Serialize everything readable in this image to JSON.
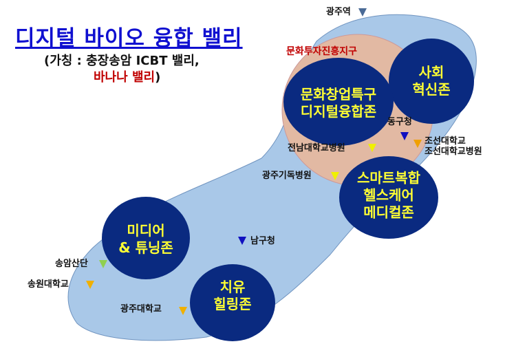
{
  "title": "디지털 바이오 융합 밸리",
  "subtitle_line1": "(가칭 : 충장송암 ICBT 밸리,",
  "subtitle_line2_red": "바나나 밸리",
  "subtitle_line2_end": ")",
  "district_label": "문화투자진흥지구",
  "zones": [
    {
      "line1": "사회",
      "line2": "혁신존"
    },
    {
      "line1": "문화창업특구",
      "line2": "디지털융합존"
    },
    {
      "line1": "스마트복합",
      "line2": "헬스케어",
      "line3": "메디컬존"
    },
    {
      "line1": "미디어",
      "line2": "& 튜닝존"
    },
    {
      "line1": "치유",
      "line2": "힐링존"
    }
  ],
  "markers": [
    {
      "label": "광주역",
      "color": "#4a6a96"
    },
    {
      "label": "동구청",
      "color": "#1010c0"
    },
    {
      "label": "조선대학교",
      "label2": "조선대학교병원",
      "color": "#f0a000"
    },
    {
      "label": "전남대학교병원",
      "color": "#f0f000"
    },
    {
      "label": "광주기독병원",
      "color": "#f0f000"
    },
    {
      "label": "남구청",
      "color": "#1010c0"
    },
    {
      "label": "송암산단",
      "color": "#90d050"
    },
    {
      "label": "송원대학교",
      "color": "#f0b000"
    },
    {
      "label": "광주대학교",
      "color": "#f0b000"
    }
  ],
  "colors": {
    "band": "#a9c8e8",
    "district": "#e2b9a3",
    "zone": "#0a2a80",
    "zone_text": "#ffff33"
  }
}
